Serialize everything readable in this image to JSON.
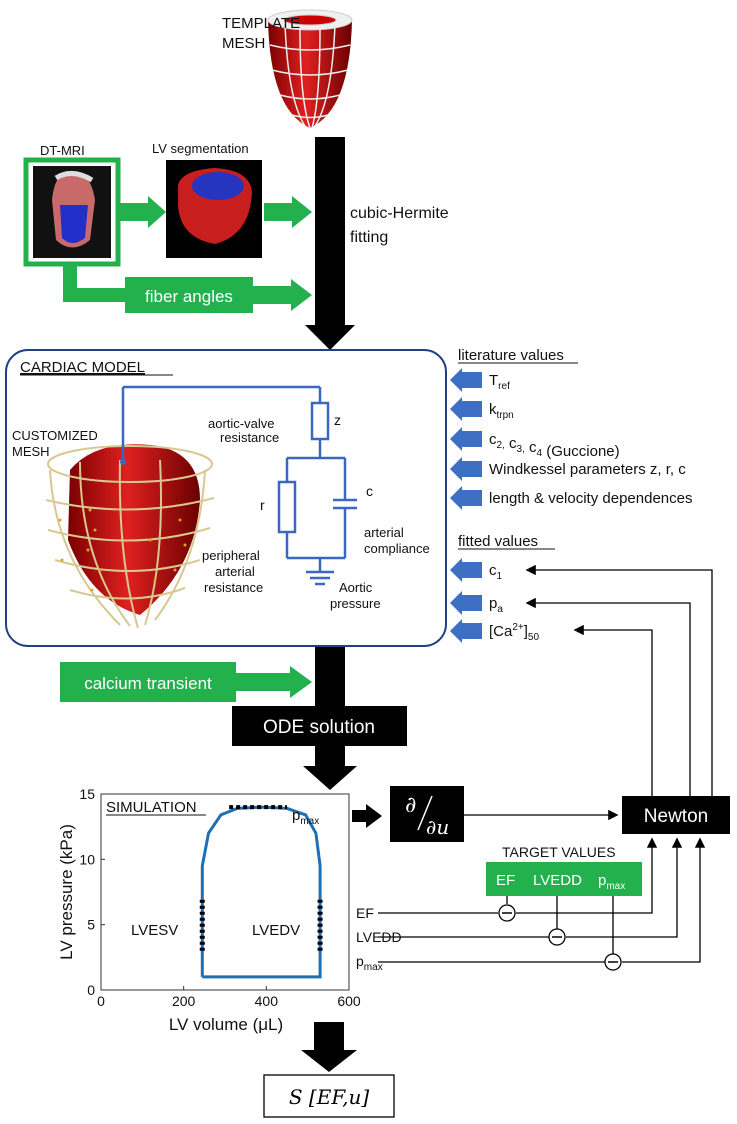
{
  "labels": {
    "template_mesh_line1": "TEMPLATE",
    "template_mesh_line2": "MESH",
    "dtmri": "DT-MRI",
    "lv_segmentation": "LV segmentation",
    "cubic_hermite_line1": "cubic-Hermite",
    "cubic_hermite_line2": "fitting",
    "fiber_angles": "fiber angles",
    "cardiac_model": "CARDIAC MODEL",
    "customized_mesh_line1": "CUSTOMIZED",
    "customized_mesh_line2": "MESH",
    "aortic_valve_line1": "aortic-valve",
    "aortic_valve_line2": "resistance",
    "z": "z",
    "r": "r",
    "c": "c",
    "arterial_compliance_line1": "arterial",
    "arterial_compliance_line2": "compliance",
    "peripheral_line1": "peripheral",
    "peripheral_line2": "arterial",
    "peripheral_line3": "resistance",
    "aortic_pressure_line1": "Aortic",
    "aortic_pressure_line2": "pressure",
    "literature_values": "literature values",
    "fitted_values": "fitted values",
    "calcium_transient": "calcium transient",
    "ode_solution": "ODE solution",
    "newton": "Newton",
    "target_values": "TARGET VALUES",
    "target_ef": "EF",
    "target_lvedd": "LVEDD",
    "target_pmax": "p",
    "target_pmax_sub": "max",
    "ef": "EF",
    "lvedd": "LVEDD",
    "pmax": "p",
    "pmax_sub": "max",
    "simulation": "SIMULATION",
    "lvesv": "LVESV",
    "lvedv": "LVEDV",
    "plot_pmax": "p",
    "plot_pmax_sub": "max",
    "derivative_num": "∂",
    "derivative_den": "∂u",
    "score": "S [EF,u]"
  },
  "literature": [
    {
      "base": "T",
      "sub": "ref",
      "suffix": ""
    },
    {
      "base": "k",
      "sub": "trpn",
      "suffix": ""
    },
    {
      "base": "c",
      "sub": "2,",
      "mid": " c",
      "sub2": "3,",
      "mid2": " c",
      "sub3": "4",
      "suffix": "    (Guccione)"
    },
    {
      "base": "Windkessel parameters z, r, c",
      "sub": "",
      "suffix": ""
    },
    {
      "base": "length & velocity dependences",
      "sub": "",
      "suffix": ""
    }
  ],
  "fitted": [
    {
      "base": "c",
      "sub": "1",
      "sup": ""
    },
    {
      "base": "p",
      "sub": "a",
      "sup": ""
    },
    {
      "base": "[Ca",
      "sup": "2+",
      "tail": "]",
      "sub": "50"
    }
  ],
  "chart_data": {
    "type": "line",
    "title": "SIMULATION",
    "xlabel": "LV volume (μL)",
    "ylabel": "LV pressure (kPa)",
    "xlim": [
      0,
      600
    ],
    "ylim": [
      0,
      15
    ],
    "xticks": [
      "0",
      "200",
      "400",
      "600"
    ],
    "yticks": [
      "0",
      "5",
      "10",
      "15"
    ],
    "series": [
      {
        "x": [
          245,
          245,
          260,
          290,
          330,
          390,
          450,
          495,
          520,
          530,
          530,
          245
        ],
        "y": [
          1,
          9.5,
          12,
          13.4,
          13.9,
          14.0,
          13.9,
          13.4,
          12,
          9.5,
          1,
          1
        ]
      }
    ],
    "annotations": [
      {
        "label": "LVESV",
        "x": 245,
        "y_range": [
          3,
          7
        ]
      },
      {
        "label": "LVEDV",
        "x": 530,
        "y_range": [
          3,
          7
        ]
      },
      {
        "label": "pmax",
        "y": 14,
        "x_range": [
          310,
          450
        ]
      }
    ],
    "colors": {
      "loop": "#1f6fb5"
    }
  },
  "colors": {
    "green": "#22b14c",
    "blue_arrow": "#3d6fc4",
    "circuit": "#3a68c0",
    "box_border": "#1f3f86",
    "black": "#000000"
  }
}
